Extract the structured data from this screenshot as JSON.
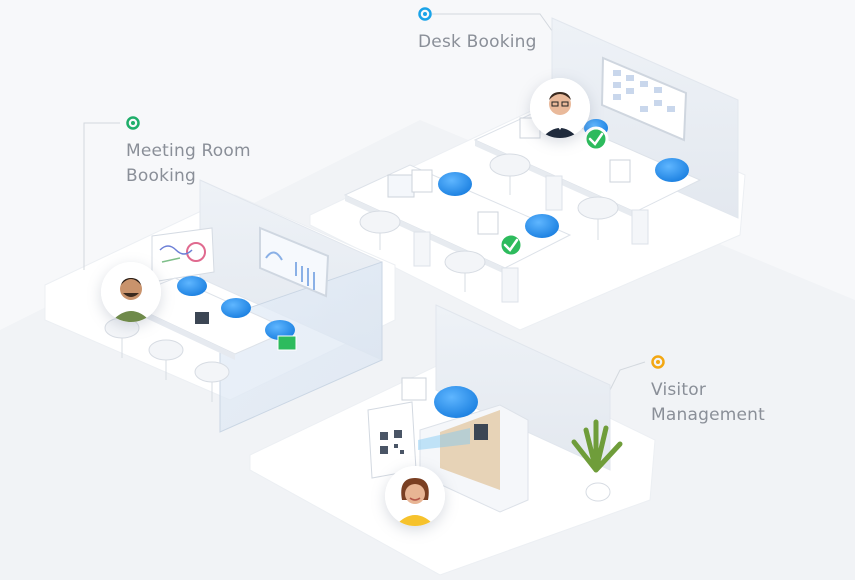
{
  "features": [
    {
      "label": "Desk Booking",
      "marker_color": "#1aa3e8"
    },
    {
      "label_lines": [
        "Meeting Room",
        "Booking"
      ],
      "marker_color": "#1fae6a"
    },
    {
      "label_lines": [
        "Visitor",
        "Management"
      ],
      "marker_color": "#f3a712"
    }
  ],
  "icons": {
    "desk_person": "person-avatar-icon",
    "meeting_person": "person-avatar-icon",
    "visitor_person": "person-avatar-icon",
    "confirmation": "check-badge-icon",
    "marker": "location-marker-icon"
  },
  "colors": {
    "floor": "#ffffff",
    "chair_blue": "#1f8fe8",
    "check_green": "#2dbb5d",
    "reception_wood": "#e7d3b7",
    "plant_green": "#6f9d3a"
  }
}
